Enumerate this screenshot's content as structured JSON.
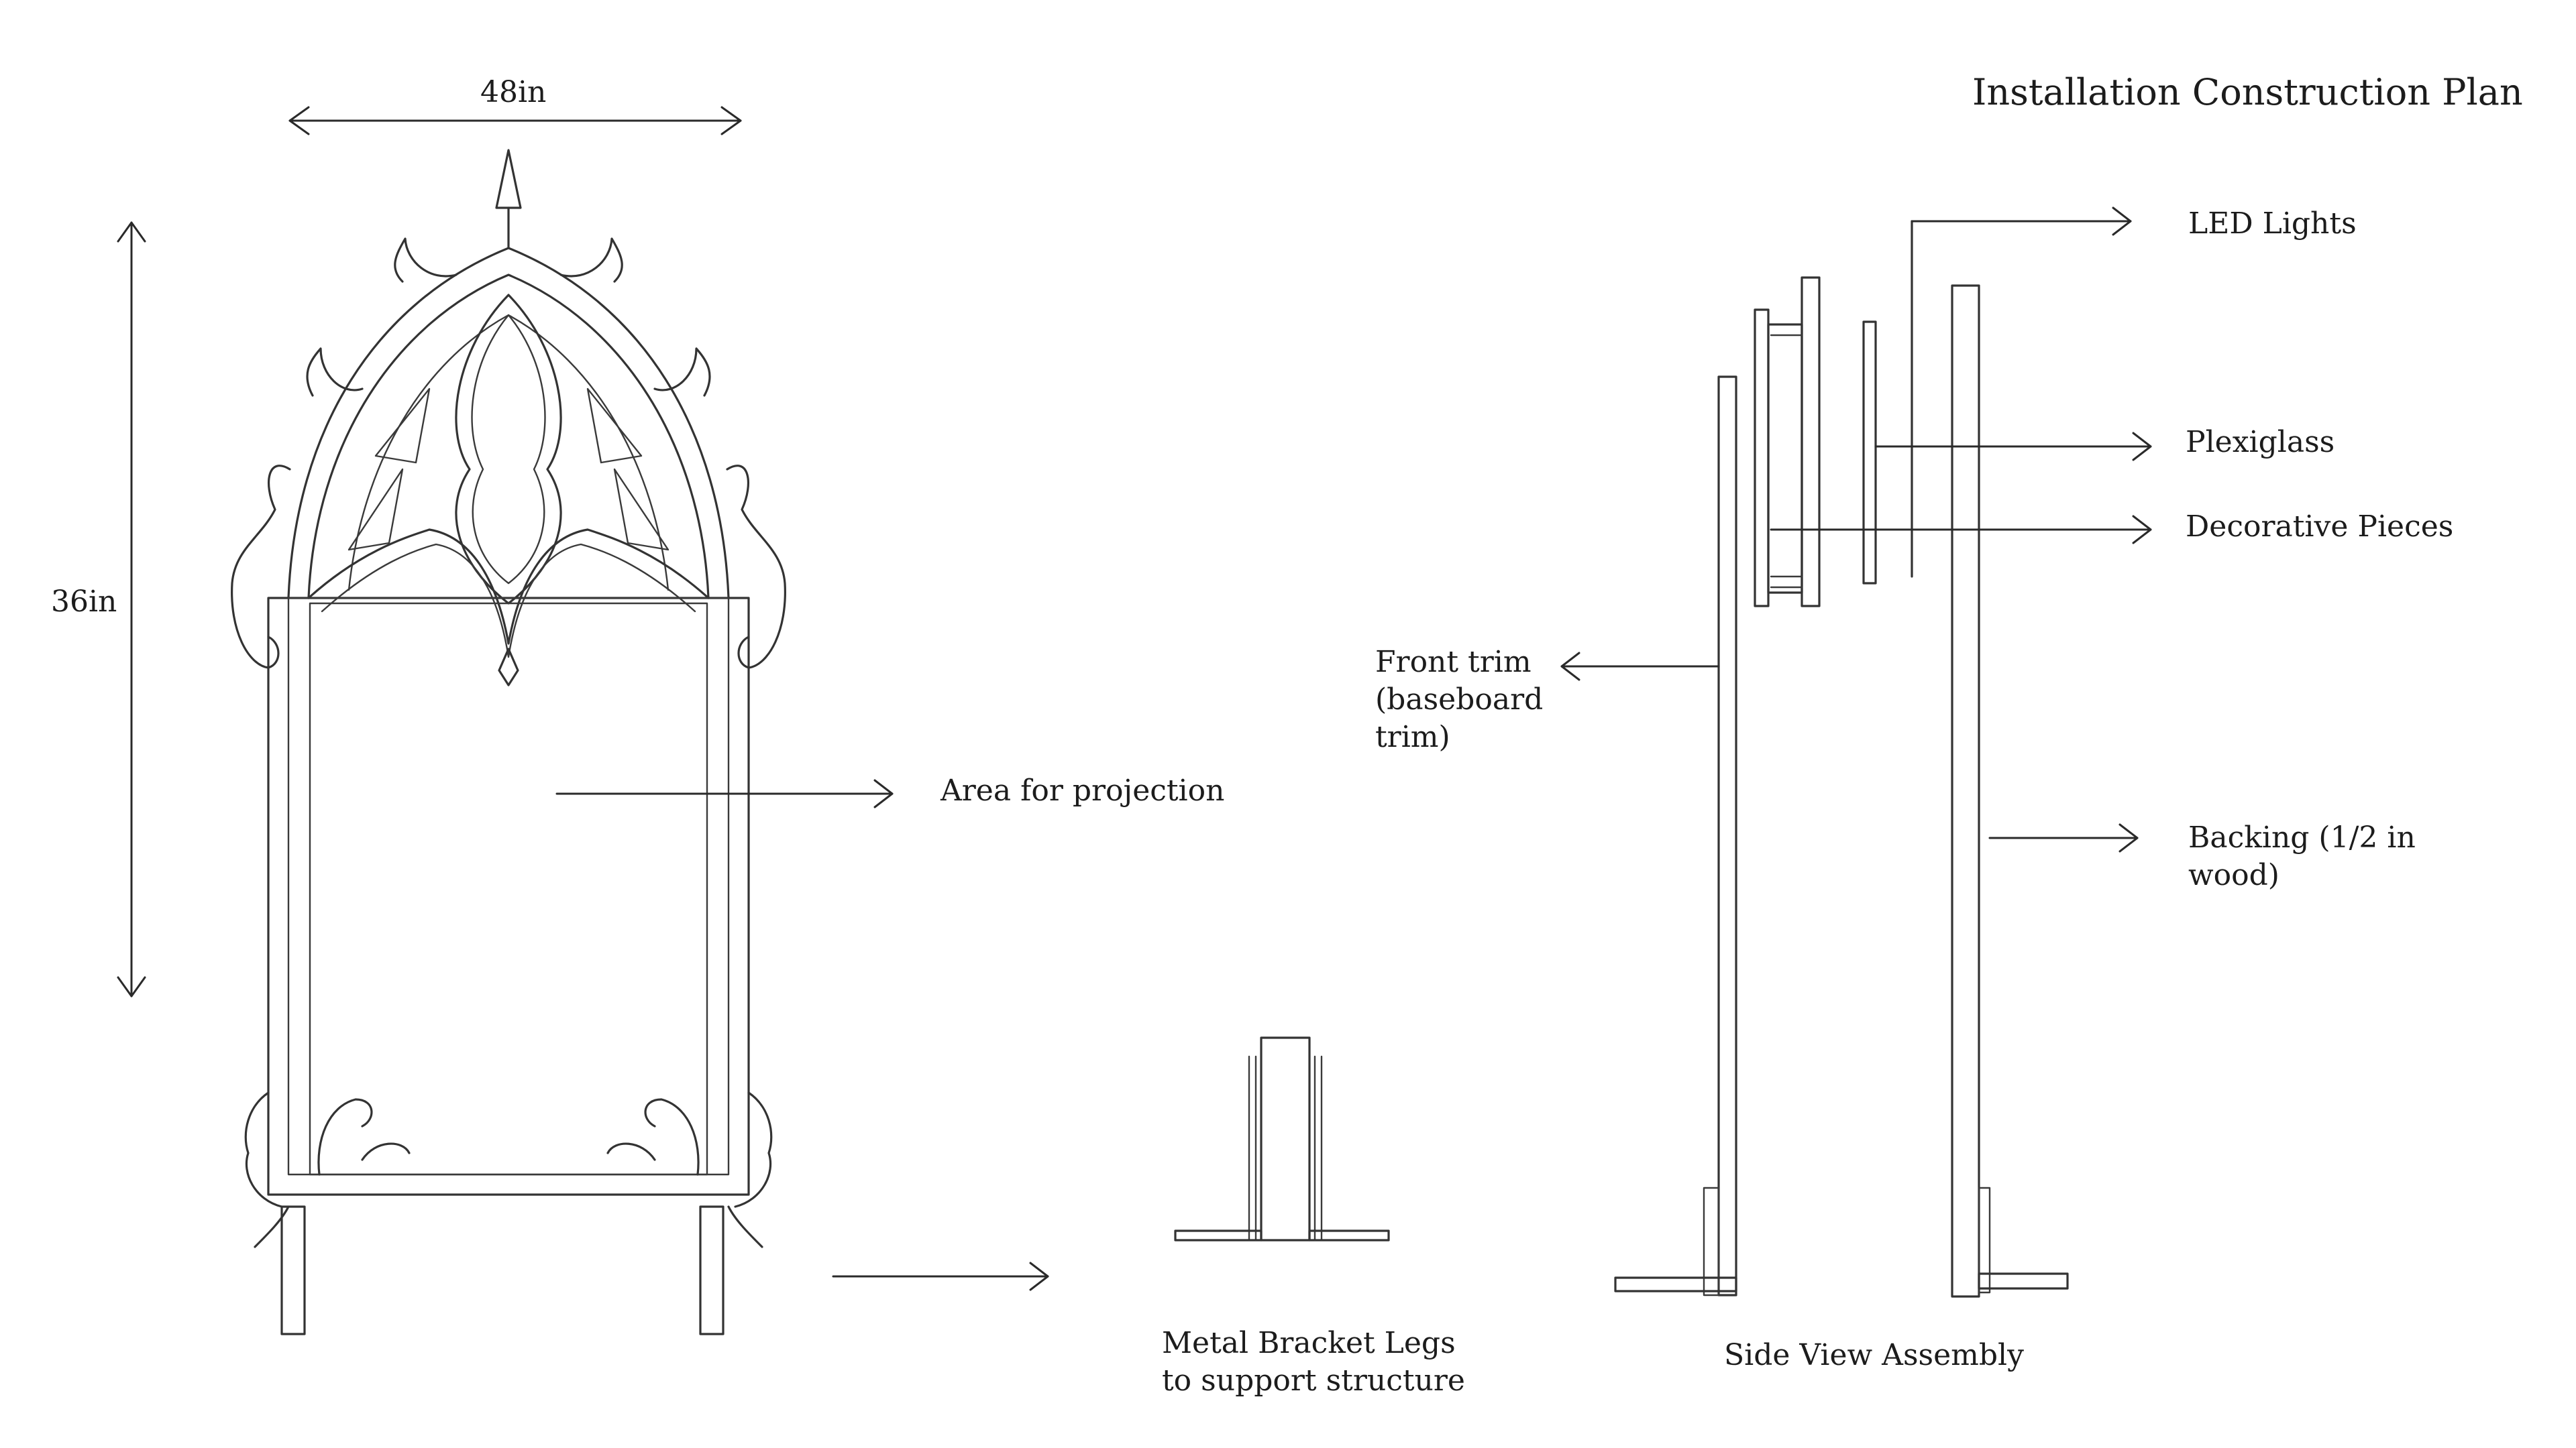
{
  "title": "Installation Construction Plan",
  "dimensions": {
    "width": "48in",
    "height": "36in"
  },
  "labels": {
    "projection": "Area for projection",
    "legs_line1": "Metal Bracket Legs",
    "legs_line2": "to support structure",
    "side_view": "Side View Assembly",
    "front_trim_line1": "Front trim",
    "front_trim_line2": "(baseboard",
    "front_trim_line3": "trim)",
    "led": "LED Lights",
    "plexiglass": "Plexiglass",
    "decorative": "Decorative Pieces",
    "backing_line1": "Backing (1/2 in",
    "backing_line2": "wood)"
  },
  "colors": {
    "ink": "#333333",
    "paper": "#ffffff"
  }
}
